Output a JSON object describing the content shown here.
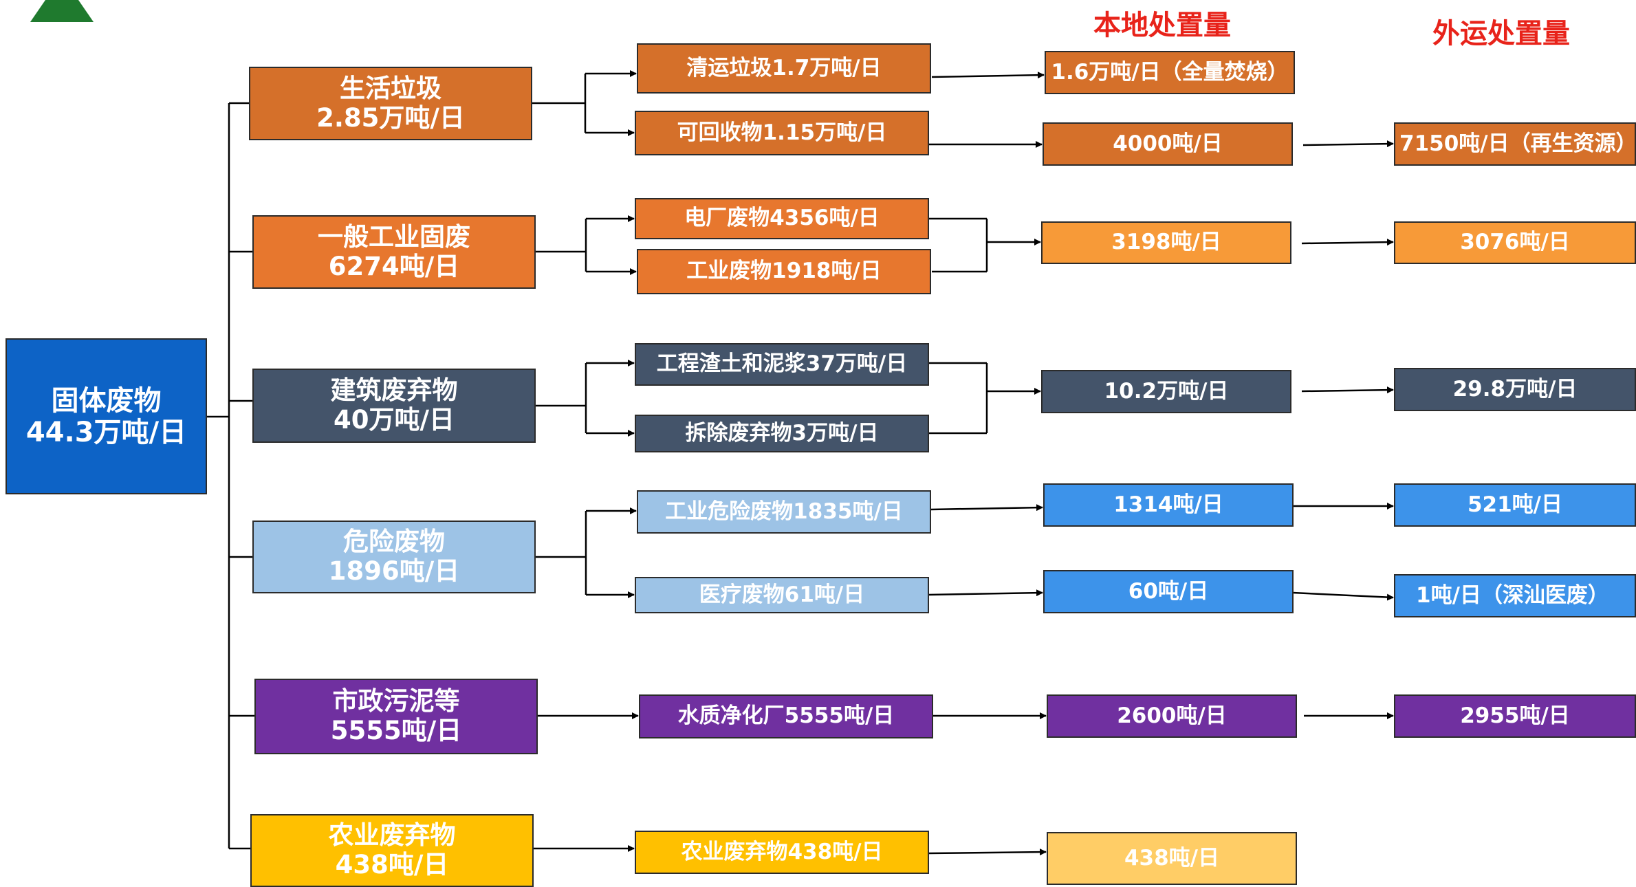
{
  "colors": {
    "root": "#0d63c6",
    "household": "#d5702a",
    "industrial": "#e7772e",
    "industrial_dest": "#f79a38",
    "construction": "#44546a",
    "hazardous": "#9dc3e6",
    "hazardous_dest": "#3d93ea",
    "sludge": "#7030a0",
    "agriculture": "#ffc000",
    "agriculture_dest": "#ffcd66",
    "header": "#e8231a",
    "logo": "#1f7a2e"
  },
  "headers": {
    "local": "本地处置量",
    "external": "外运处置量"
  },
  "root": {
    "line1": "固体废物",
    "line2": "44.3万吨/日"
  },
  "categories": {
    "household": {
      "line1": "生活垃圾",
      "line2": "2.85万吨/日"
    },
    "industrial": {
      "line1": "一般工业固废",
      "line2": "6274吨/日"
    },
    "construction": {
      "line1": "建筑废弃物",
      "line2": "40万吨/日"
    },
    "hazardous": {
      "line1": "危险废物",
      "line2": "1896吨/日"
    },
    "sludge": {
      "line1": "市政污泥等",
      "line2": "5555吨/日"
    },
    "agriculture": {
      "line1": "农业废弃物",
      "line2": "438吨/日"
    }
  },
  "subitems": {
    "household_clean": "清运垃圾1.7万吨/日",
    "household_recycle": "可回收物1.15万吨/日",
    "industrial_power": "电厂废物4356吨/日",
    "industrial_waste": "工业废物1918吨/日",
    "construction_muck": "工程渣土和泥浆37万吨/日",
    "construction_demolition": "拆除废弃物3万吨/日",
    "hazardous_industrial": "工业危险废物1835吨/日",
    "hazardous_medical": "医疗废物61吨/日",
    "sludge_water": "水质净化厂5555吨/日",
    "agriculture_item": "农业废弃物438吨/日"
  },
  "local": {
    "household_clean": "1.6万吨/日（全量焚烧）",
    "household_recycle": "4000吨/日",
    "industrial": "3198吨/日",
    "construction": "10.2万吨/日",
    "hazardous_industrial": "1314吨/日",
    "hazardous_medical": "60吨/日",
    "sludge": "2600吨/日",
    "agriculture": "438吨/日"
  },
  "external": {
    "household_recycle": "7150吨/日（再生资源）",
    "industrial": "3076吨/日",
    "construction": "29.8万吨/日",
    "hazardous_industrial": "521吨/日",
    "hazardous_medical": "1吨/日（深汕医废）",
    "sludge": "2955吨/日"
  }
}
